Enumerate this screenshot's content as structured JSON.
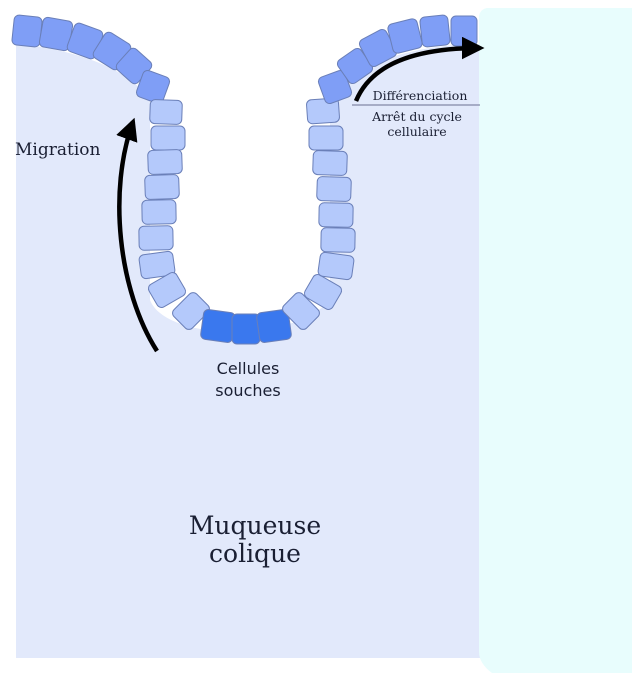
{
  "labels": {
    "migration": "Migration",
    "stem_cells_line1": "Cellules",
    "stem_cells_line2": "souches",
    "differentiation": "Différenciation",
    "cell_cycle_arrest_line1": "Arrêt du cycle",
    "cell_cycle_arrest_line2": "cellulaire",
    "mucosa_line1": "Muqueuse",
    "mucosa_line2": "colique"
  },
  "colors": {
    "mucosa_fill": "#e2e9fb",
    "lumen_fill": "#e8fdfd",
    "stem_cell": "#3a78ee",
    "proliferating_cell": "#b4c9fb",
    "differentiated_cell": "#7f9ef6",
    "cell_stroke": "#6a7fb8",
    "arrow": "#000000"
  }
}
